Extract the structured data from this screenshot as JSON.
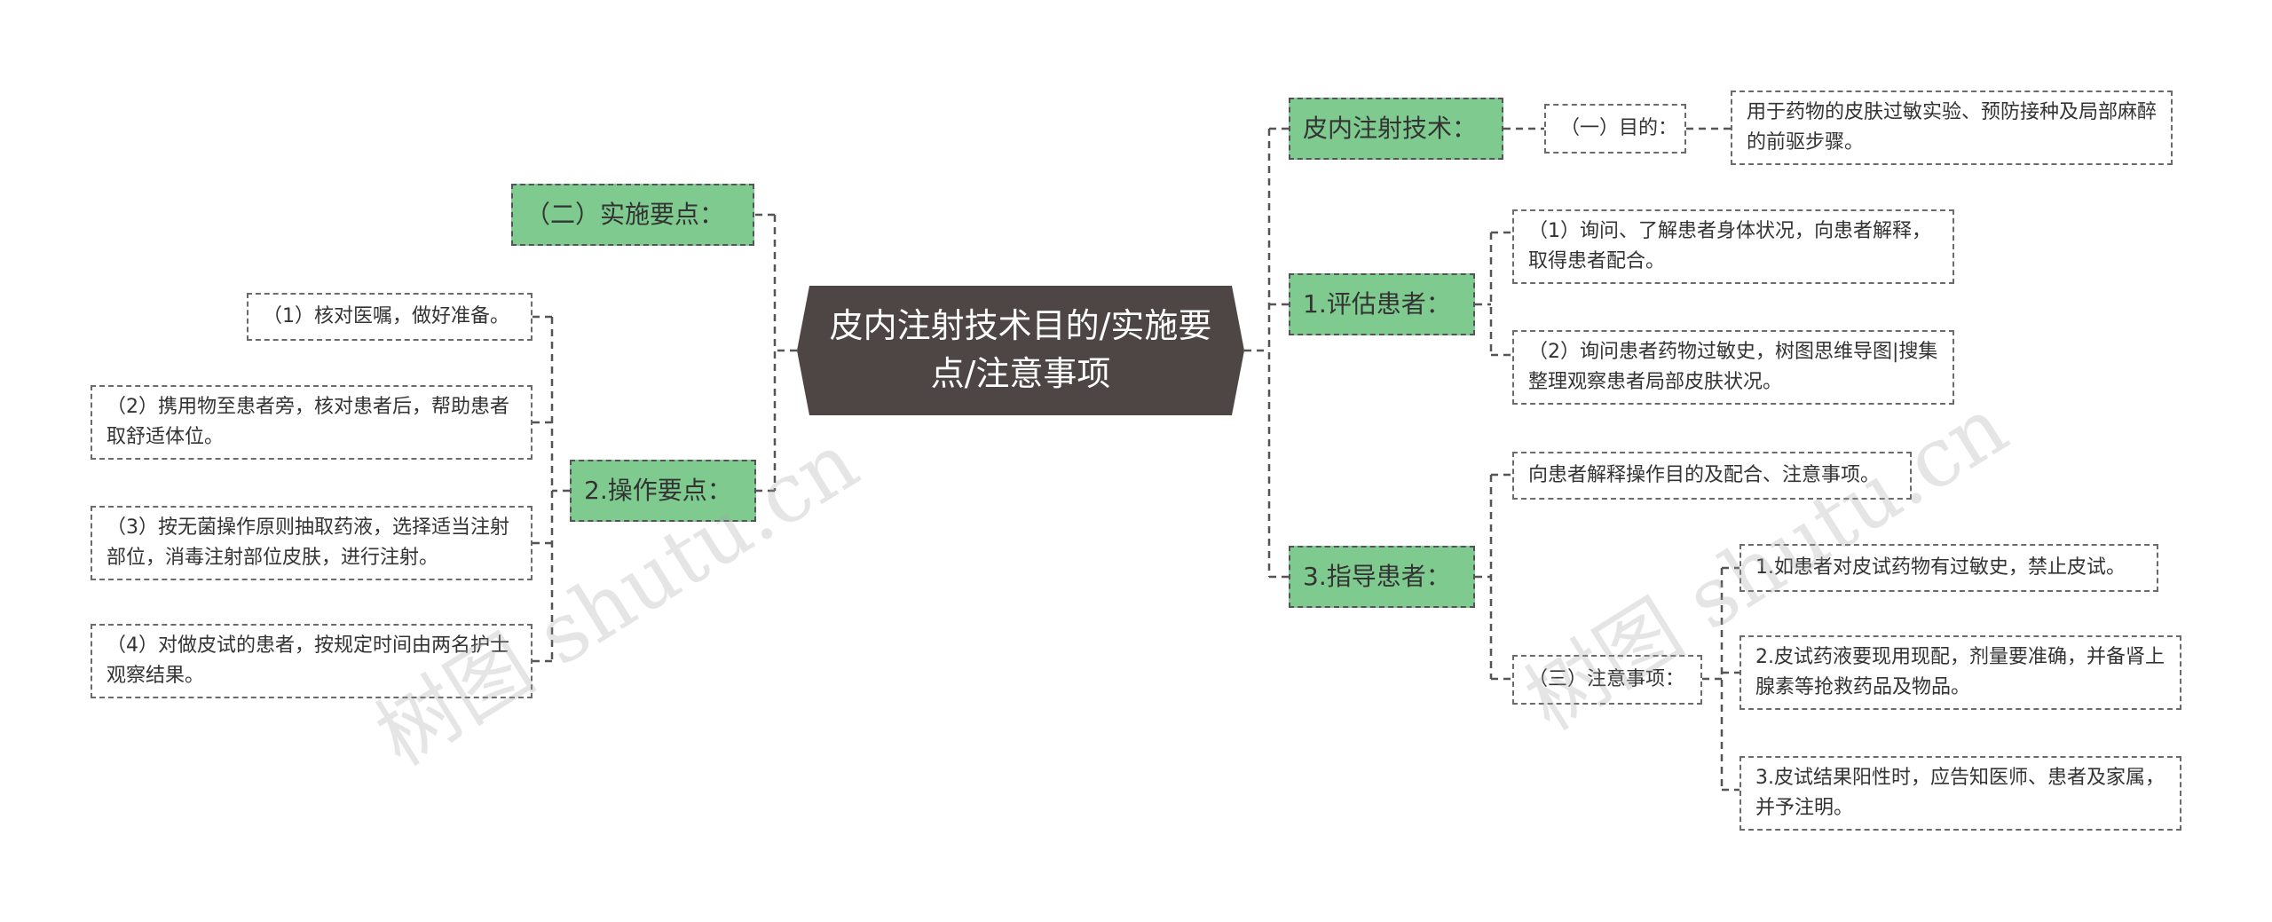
{
  "root": {
    "text": "皮内注射技术目的/实施要点/注意事项"
  },
  "branches": {
    "b1": {
      "label": "皮内注射技术：",
      "sub1": {
        "label": "（一）目的：",
        "leaf": "用于药物的皮肤过敏实验、预防接种及局部麻醉的前驱步骤。"
      }
    },
    "b2": {
      "label": "1.评估患者：",
      "leaves": [
        "（1）询问、了解患者身体状况，向患者解释，取得患者配合。",
        "（2）询问患者药物过敏史，树图思维导图|搜集整理观察患者局部皮肤状况。"
      ]
    },
    "b3": {
      "label": "3.指导患者：",
      "leaf": "向患者解释操作目的及配合、注意事项。",
      "sub": {
        "label": "（三）注意事项：",
        "leaves": [
          "1.如患者对皮试药物有过敏史，禁止皮试。",
          "2.皮试药液要现用现配，剂量要准确，并备肾上腺素等抢救药品及物品。",
          "3.皮试结果阳性时，应告知医师、患者及家属，并予注明。"
        ]
      }
    },
    "b4": {
      "label": "（二）实施要点："
    },
    "b5": {
      "label": "2.操作要点：",
      "leaves": [
        "（1）核对医嘱，做好准备。",
        "（2）携用物至患者旁，核对患者后，帮助患者取舒适体位。",
        "（3）按无菌操作原则抽取药液，选择适当注射部位，消毒注射部位皮肤，进行注射。",
        "（4）对做皮试的患者，按规定时间由两名护士观察结果。"
      ]
    }
  },
  "watermark": [
    "树图 shutu.cn",
    "树图 shutu.cn"
  ],
  "colors": {
    "center_bg": "#4d4645",
    "branch_bg": "#7fcb8f",
    "line": "#555555",
    "leaf_border": "#6b6b6b"
  }
}
